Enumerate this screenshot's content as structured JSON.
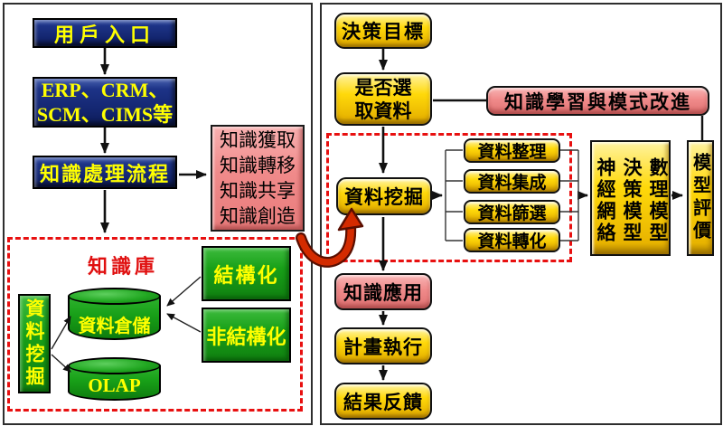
{
  "left_panel": {
    "user_portal": "用戶入口",
    "erp_systems": "ERP、CRM、\nSCM、CIMS等",
    "knowledge_process": "知識處理流程",
    "knowledge_activities": "知識獲取\n知識轉移\n知識共享\n知識創造",
    "knowledge_base_label": "知識庫",
    "data_mining_vertical": "資料挖掘",
    "data_warehouse": "資料倉儲",
    "olap": "OLAP",
    "structured": "結構化",
    "unstructured": "非結構化"
  },
  "right_panel": {
    "decision_goal": "決策目標",
    "select_data": "是否選\n取資料",
    "knowledge_learning": "知識學習與模式改進",
    "data_mining": "資料挖掘",
    "data_cleaning": "資料整理",
    "data_integration": "資料集成",
    "data_filtering": "資料篩選",
    "data_transformation": "資料轉化",
    "model_columns": "神經網絡\n決策模型\n數理模型",
    "model_evaluation": "模型評價",
    "knowledge_application": "知識應用",
    "plan_execution": "計畫執行",
    "result_feedback": "結果反饋"
  },
  "colors": {
    "navy_box": "#13256e",
    "yellow_box": "#ffd90a",
    "pink_box": "#f08a8a",
    "green_box": "#18a018",
    "dashed_border": "#e81010",
    "box_text_yellow": "#ffff00",
    "kb_label_red": "#e01010",
    "arrow_black": "#111111",
    "curved_arrow_red": "#d42b00"
  }
}
